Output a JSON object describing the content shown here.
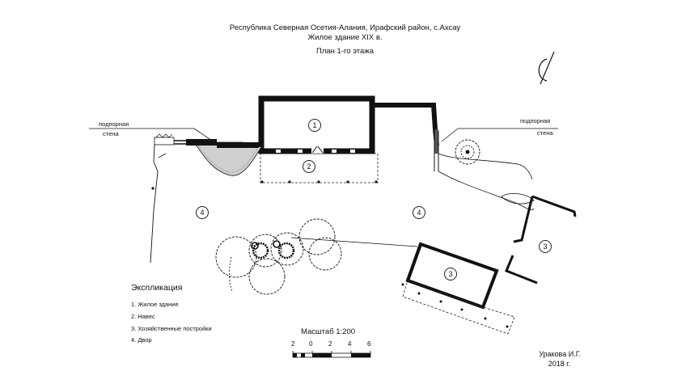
{
  "title": {
    "line1": "Республика Северная Осетия-Алания, Ирафский район, с.Ахсау",
    "line2": "Жилое здание XIX в.",
    "line3": "План 1-го этажа"
  },
  "labels": {
    "retaining_wall_left_1": "подпорная",
    "retaining_wall_left_2": "стена",
    "retaining_wall_right_1": "подпорная",
    "retaining_wall_right_2": "стена",
    "building_1": "1",
    "canopy_2": "2",
    "yard_4_left": "4",
    "yard_4_right": "4",
    "outbuilding_3_center": "3",
    "outbuilding_3_right": "3"
  },
  "legend": {
    "title": "Экспликация",
    "items": [
      "1. Жилое здание",
      "2. Навес",
      "3. Хозяйственные постройки",
      "4. Двор"
    ]
  },
  "scale": {
    "title": "Масштаб 1:200",
    "ticks": [
      "2",
      "0",
      "2",
      "4",
      "6"
    ]
  },
  "author": {
    "name": "Уракова И.Г.",
    "year": "2018 г."
  },
  "icons": {
    "north_arrow": "north-arrow-icon",
    "tree": "tree-icon"
  }
}
